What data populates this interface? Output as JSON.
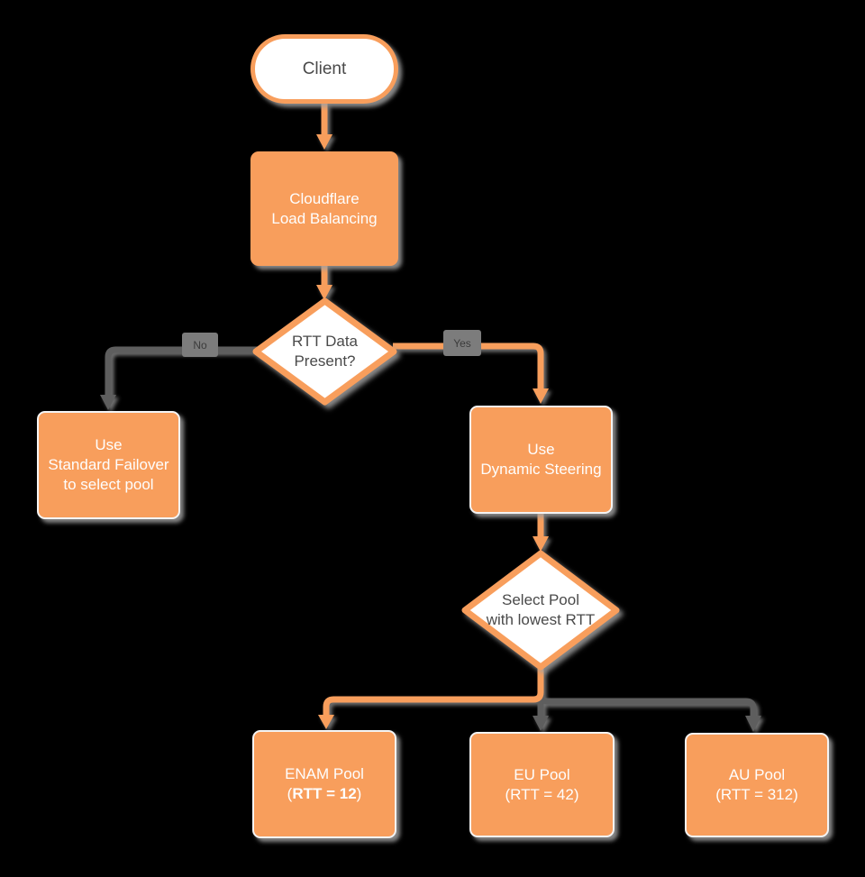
{
  "canvas": {
    "background": "#000000"
  },
  "colors": {
    "shape_orange": "#F89E5C",
    "connector_gray": "#5E5E5E",
    "shape_text_light": "#FEFEFE",
    "shape_text_dark": "#4A4A4A",
    "shadow_gray": "#A0A0A0"
  },
  "nodes": {
    "client": {
      "label": "Client"
    },
    "cloudflare_lb": {
      "line1": "Cloudflare",
      "line2": "Load Balancing"
    },
    "rtt_decision": {
      "line1": "RTT Data",
      "line2": "Present?"
    },
    "standard_failover": {
      "line1": "Use",
      "line2": "Standard Failover",
      "line3": "to select pool"
    },
    "dynamic_steering": {
      "line1": "Use",
      "line2": "Dynamic Steering"
    },
    "select_pool": {
      "line1": "Select Pool",
      "line2": "with lowest RTT"
    },
    "enam_pool": {
      "line1": "ENAM Pool",
      "line2_open": "(",
      "line2_value": "RTT = 12",
      "line2_close": ")"
    },
    "eu_pool": {
      "line1": "EU Pool",
      "line2": "(RTT = 42)"
    },
    "au_pool": {
      "line1": "AU Pool",
      "line2": "(RTT = 312)"
    }
  },
  "edges": {
    "no_label": "No",
    "yes_label": "Yes"
  }
}
